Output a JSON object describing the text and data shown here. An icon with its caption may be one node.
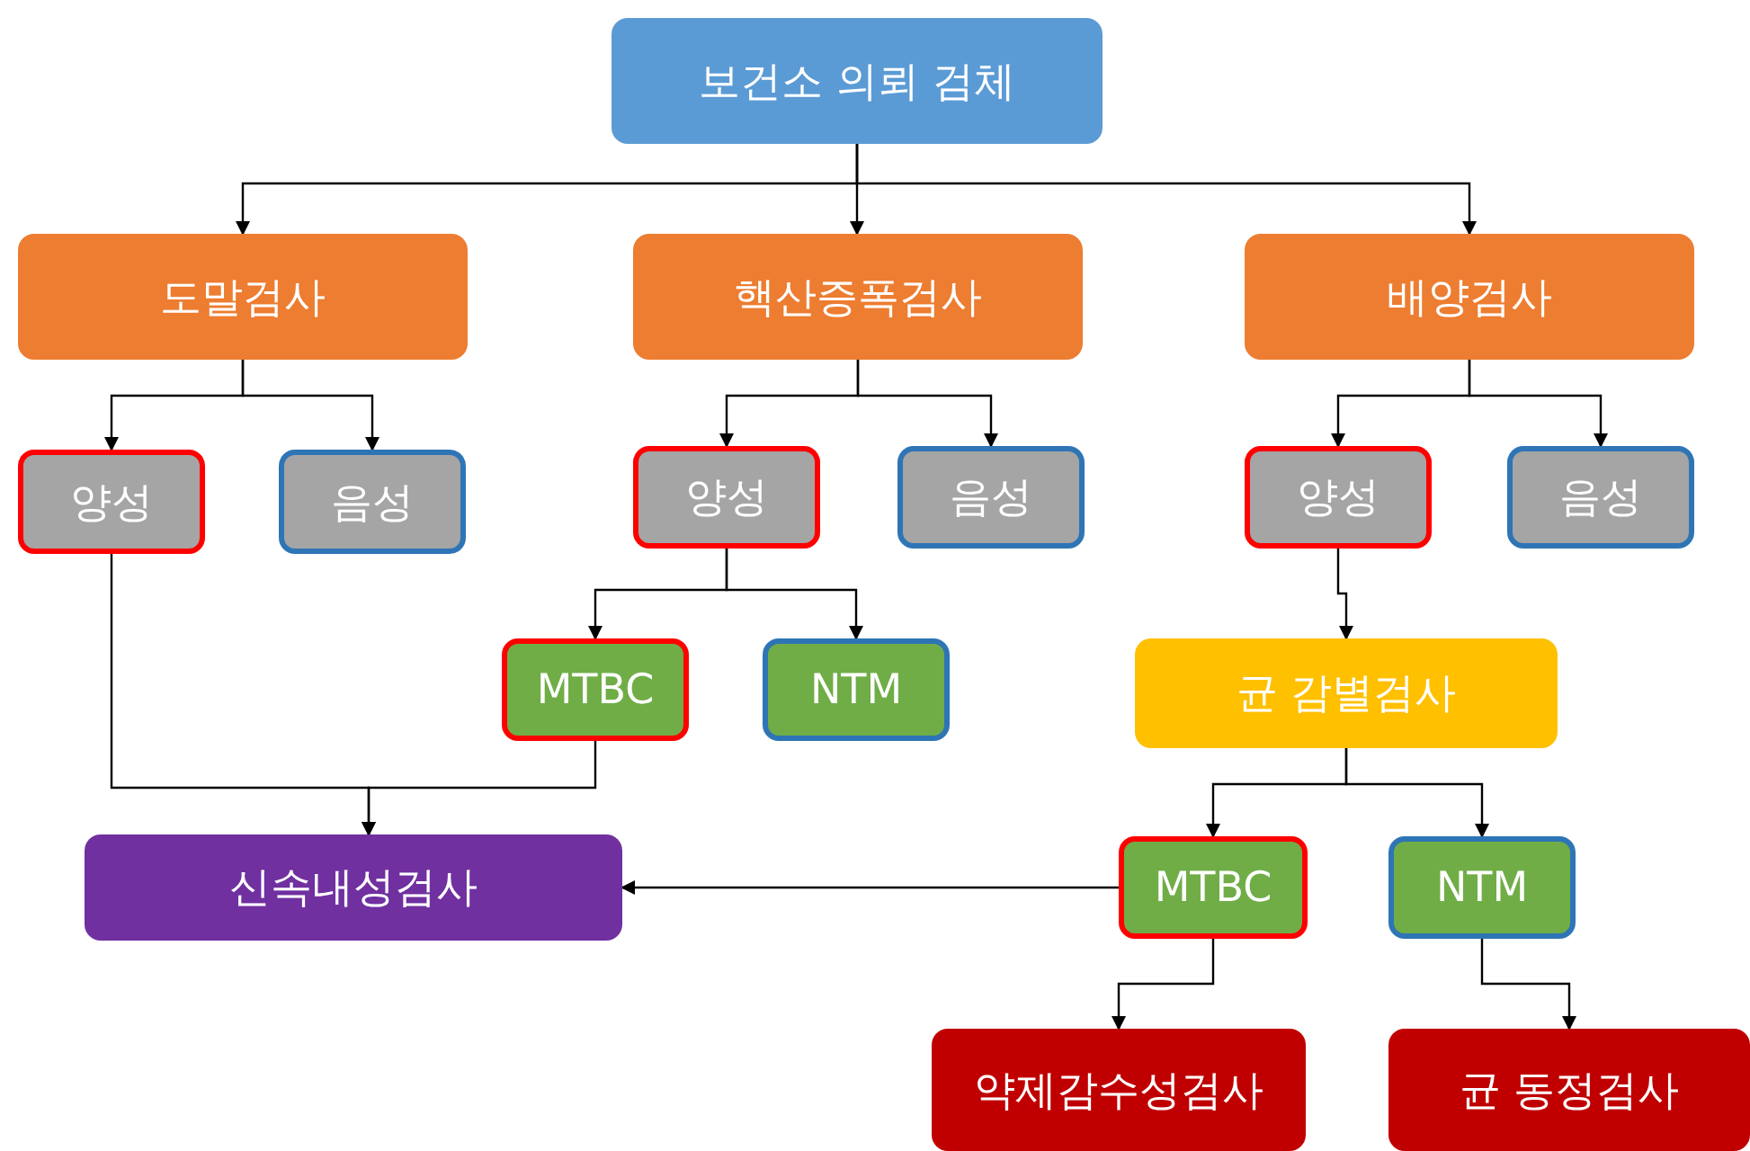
{
  "diagram": {
    "nodes": [
      {
        "text": [
          "보건소 의뢰 검체"
        ]
      },
      {
        "text": [
          "도말검사"
        ]
      },
      {
        "text": [
          "핵산증폭검사"
        ]
      },
      {
        "text": [
          "배양검사"
        ]
      },
      {
        "text": [
          "양성"
        ]
      },
      {
        "text": [
          "음성"
        ]
      },
      {
        "text": [
          "양성"
        ]
      },
      {
        "text": [
          "음성"
        ]
      },
      {
        "text": [
          "양성"
        ]
      },
      {
        "text": [
          "음성"
        ]
      },
      {
        "text": [
          "MTBC"
        ]
      },
      {
        "text": [
          "NTM"
        ]
      },
      {
        "text": [
          "균 감별검사"
        ]
      },
      {
        "text": [
          "신속내성검사"
        ]
      },
      {
        "text": [
          "MTBC"
        ]
      },
      {
        "text": [
          "NTM"
        ]
      },
      {
        "text": [
          "약제감수성검사"
        ]
      },
      {
        "text": [
          "균 동정검사"
        ]
      }
    ],
    "edges": [
      {
        "from": 0,
        "to": 1,
        "arrow": "to"
      },
      {
        "from": 0,
        "to": 2,
        "arrow": "to"
      },
      {
        "from": 0,
        "to": 3,
        "arrow": "to"
      },
      {
        "from": 1,
        "to": 4,
        "arrow": "to"
      },
      {
        "from": 1,
        "to": 5,
        "arrow": "to"
      },
      {
        "from": 2,
        "to": 6,
        "arrow": "to"
      },
      {
        "from": 2,
        "to": 7,
        "arrow": "to"
      },
      {
        "from": 3,
        "to": 8,
        "arrow": "to"
      },
      {
        "from": 3,
        "to": 9,
        "arrow": "to"
      },
      {
        "from": 6,
        "to": 10,
        "arrow": "to"
      },
      {
        "from": 6,
        "to": 11,
        "arrow": "to"
      },
      {
        "from": 8,
        "to": 12,
        "arrow": "to"
      },
      {
        "from": 4,
        "to": 13,
        "arrow": "to"
      },
      {
        "from": 10,
        "to": 13,
        "arrow": "to"
      },
      {
        "from": 12,
        "to": 14,
        "arrow": "to"
      },
      {
        "from": 12,
        "to": 15,
        "arrow": "to"
      },
      {
        "from": 14,
        "to": 13,
        "arrow": "to"
      },
      {
        "from": 14,
        "to": 16,
        "arrow": "to"
      },
      {
        "from": 15,
        "to": 17,
        "arrow": "to"
      }
    ]
  }
}
